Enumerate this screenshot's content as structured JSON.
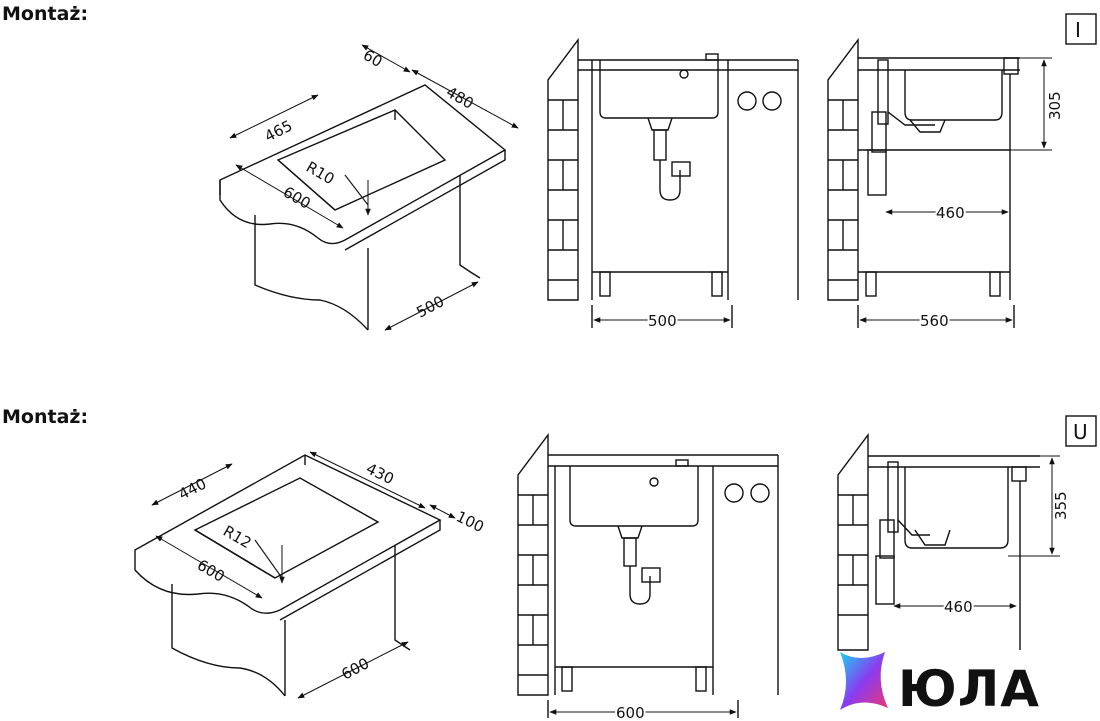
{
  "section_top": {
    "heading": "Montaż:",
    "badge": "I",
    "iso_dims": {
      "d60": "60",
      "d465": "465",
      "d480": "480",
      "radius": "R10",
      "d600": "600",
      "d500": "500"
    },
    "front_dims": {
      "width": "500"
    },
    "side_dims": {
      "height": "305",
      "depth_drain": "460",
      "depth_cabinet": "560"
    }
  },
  "section_bottom": {
    "heading": "Montaż:",
    "badge": "U",
    "iso_dims": {
      "d440": "440",
      "d430": "430",
      "d100": "100",
      "radius": "R12",
      "d600": "600",
      "d600b": "600"
    },
    "front_dims": {
      "width": "600"
    },
    "side_dims": {
      "height": "355",
      "depth_drain": "460"
    }
  },
  "brand": {
    "name": "ЮЛА",
    "colors": {
      "start": "#19d3f2",
      "mid": "#8a3cf0",
      "end": "#f0356e"
    }
  }
}
